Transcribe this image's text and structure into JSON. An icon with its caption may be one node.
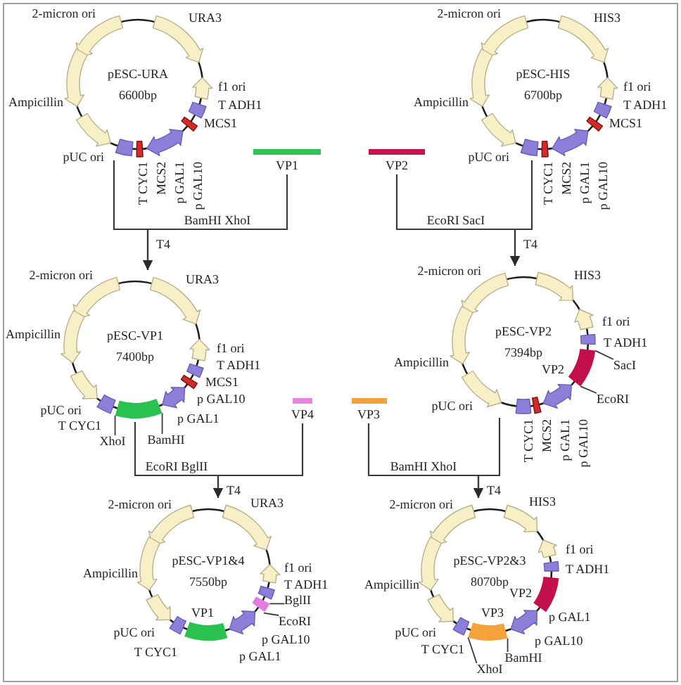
{
  "diagram": {
    "nodes": [
      {
        "text": [
          "pESC-URA",
          "6600bp"
        ],
        "beside": [
          "2-micron ori",
          "URA3",
          "f1 ori",
          "Ampicillin",
          "T ADH1",
          "MCS1",
          "pUC ori",
          "T CYC1",
          "MCS2",
          "p GAL1",
          "p GAL10"
        ]
      },
      {
        "text": [
          "VP1"
        ]
      },
      {
        "text": [
          "VP2"
        ]
      },
      {
        "text": [
          "pESC-HIS",
          "6700bp"
        ],
        "beside": [
          "2-micron ori",
          "HIS3",
          "f1 ori",
          "Ampicillin",
          "T ADH1",
          "MCS1",
          "pUC ori",
          "T CYC1",
          "MCS2",
          "p GAL1",
          "p GAL10"
        ]
      },
      {
        "text": [
          "pESC-VP1",
          "7400bp"
        ],
        "beside": [
          "2-micron ori",
          "URA3",
          "Ampicillin",
          "f1 ori",
          "T ADH1",
          "MCS1",
          "pUC ori",
          "p GAL10",
          "p GAL1",
          "T CYC1"
        ]
      },
      {
        "text": [
          "XhoI"
        ]
      },
      {
        "text": [
          "BamHI"
        ]
      },
      {
        "text": [
          "VP4"
        ]
      },
      {
        "text": [
          "VP3"
        ]
      },
      {
        "text": [
          "pESC-VP2",
          "7394bp",
          "VP2"
        ],
        "beside": [
          "2-micron ori",
          "HIS3",
          "f1 ori",
          "T ADH1",
          "Ampicillin",
          "pUC ori",
          "T CYC1",
          "MCS2",
          "p GAL1",
          "p GAL10"
        ]
      },
      {
        "text": [
          "SacI"
        ]
      },
      {
        "text": [
          "EcoRI"
        ]
      },
      {
        "text": [
          "pESC-VP1&4",
          "7550bp",
          "VP1"
        ],
        "beside": [
          "2-micron ori",
          "URA3",
          "Ampicillin",
          "f1 ori",
          "T ADH1",
          "pUC ori",
          "p GAL10",
          "T CYC1",
          "p GAL1"
        ]
      },
      {
        "text": [
          "BglII"
        ]
      },
      {
        "text": [
          "EcoRI"
        ]
      },
      {
        "text": [
          "pESC-VP2&3",
          "8070bp",
          "VP2",
          "VP3"
        ],
        "beside": [
          "2-micron ori",
          "HIS3",
          "f1 ori",
          "T ADH1",
          "Ampicillin",
          "p GAL1",
          "pUC ori",
          "p GAL10",
          "T CYC1"
        ]
      },
      {
        "text": [
          "XhoI"
        ]
      },
      {
        "text": [
          "BamHI"
        ]
      }
    ],
    "edges": [
      {
        "from": 0,
        "to": 4,
        "arrow": "to",
        "label": "T4"
      },
      {
        "from": 1,
        "to": 4,
        "arrow": "to",
        "label": "BamHI XhoI"
      },
      {
        "from": 3,
        "to": 9,
        "arrow": "to",
        "label": "T4"
      },
      {
        "from": 2,
        "to": 9,
        "arrow": "to",
        "label": "EcoRI SacI"
      },
      {
        "from": 4,
        "to": 12,
        "arrow": "to",
        "label": "EcoRI BglII"
      },
      {
        "from": 7,
        "to": 12,
        "arrow": "to",
        "label": "T4"
      },
      {
        "from": 9,
        "to": 15,
        "arrow": "to",
        "label": "T4"
      },
      {
        "from": 8,
        "to": 15,
        "arrow": "to",
        "label": "BamHI XhoI"
      },
      {
        "from": 5,
        "to": 4,
        "arrow": "none"
      },
      {
        "from": 6,
        "to": 4,
        "arrow": "none"
      },
      {
        "from": 10,
        "to": 9,
        "arrow": "none"
      },
      {
        "from": 11,
        "to": 9,
        "arrow": "none"
      },
      {
        "from": 13,
        "to": 12,
        "arrow": "none"
      },
      {
        "from": 14,
        "to": 12,
        "arrow": "none"
      },
      {
        "from": 16,
        "to": 15,
        "arrow": "none"
      },
      {
        "from": 17,
        "to": 15,
        "arrow": "none"
      }
    ]
  }
}
